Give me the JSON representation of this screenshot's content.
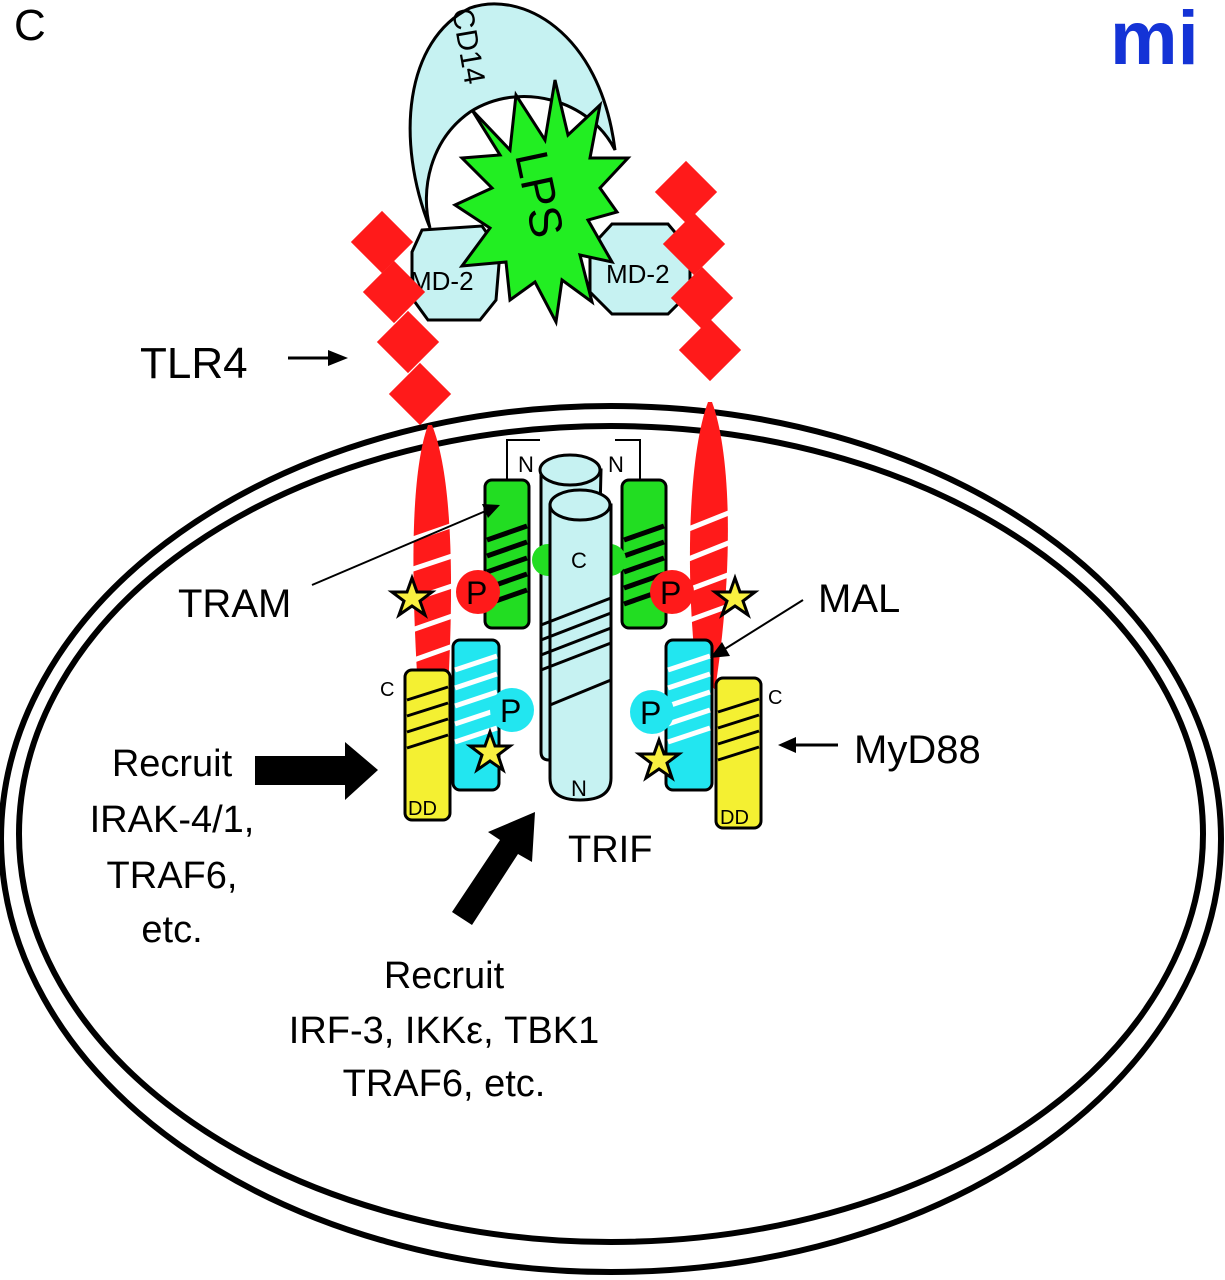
{
  "figure": {
    "panel_label": "C",
    "logo_text": "mi"
  },
  "extracellular": {
    "cd14": "CD14",
    "lps": "LPS",
    "md2_left": "MD-2",
    "md2_right": "MD-2",
    "tlr4": "TLR4"
  },
  "adaptors": {
    "tram": "TRAM",
    "mal": "MAL",
    "myd88": "MyD88",
    "trif": "TRIF",
    "n_terminus": "N",
    "c_terminus": "C",
    "death_domain": "DD",
    "phospho": "P"
  },
  "recruit_left": {
    "lines": [
      "Recruit",
      "IRAK-4/1,",
      "TRAF6,",
      "etc."
    ]
  },
  "recruit_bottom": {
    "lines": [
      "Recruit",
      "IRF-3, IKKε, TBK1",
      "TRAF6, etc."
    ]
  },
  "colors": {
    "tlr4_red": "#ff1a1a",
    "md2_cyan": "#c6f2f2",
    "lps_green": "#22ee22",
    "tram_green": "#22dd22",
    "mal_cyan": "#22e6f0",
    "myd88_yellow": "#f4f032",
    "star_yellow": "#f8f040",
    "logo_blue": "#1433d6"
  }
}
